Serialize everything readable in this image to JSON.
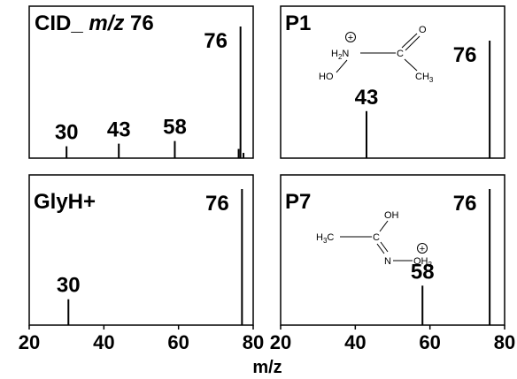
{
  "chart_data": [
    {
      "type": "bar",
      "title": "CID_ m/z 76",
      "title_prefix": "CID_ ",
      "title_italic": "m/z",
      "title_suffix": " 76",
      "xlim": [
        20,
        80
      ],
      "peaks": [
        {
          "x": 30,
          "y": 0.09,
          "label": "30"
        },
        {
          "x": 44,
          "y": 0.11,
          "label": "43"
        },
        {
          "x": 59,
          "y": 0.13,
          "label": "58"
        },
        {
          "x": 76.1,
          "y": 0.07,
          "label": ""
        },
        {
          "x": 76.6,
          "y": 1.0,
          "label": "76"
        },
        {
          "x": 77.4,
          "y": 0.04,
          "label": ""
        }
      ]
    },
    {
      "type": "bar",
      "title": "P1",
      "xlim": [
        20,
        80
      ],
      "peaks": [
        {
          "x": 43,
          "y": 0.4,
          "label": "43"
        },
        {
          "x": 76,
          "y": 1.0,
          "label": "76"
        }
      ],
      "structure": {
        "charge": "+",
        "h2n_main": "H",
        "h2n_sub": "2",
        "h2n_n": "N",
        "c": "C",
        "o": "O",
        "ho": "HO",
        "ch3_main": "CH",
        "ch3_sub": "3"
      }
    },
    {
      "type": "bar",
      "title": "GlyH+",
      "xlim": [
        20,
        80
      ],
      "peaks": [
        {
          "x": 30.5,
          "y": 0.19,
          "label": "30"
        },
        {
          "x": 77,
          "y": 1.0,
          "label": "76"
        }
      ]
    },
    {
      "type": "bar",
      "title": "P7",
      "xlim": [
        20,
        80
      ],
      "peaks": [
        {
          "x": 58,
          "y": 0.29,
          "label": "58"
        },
        {
          "x": 76,
          "y": 1.0,
          "label": "76"
        }
      ],
      "structure": {
        "h3c_main": "H",
        "h3c_sub": "3",
        "h3c_c": "C",
        "c": "C",
        "oh": "OH",
        "n": "N",
        "charge": "+",
        "oh2_main": "OH",
        "oh2_sub": "2"
      }
    }
  ],
  "x_ticks": [
    "20",
    "40",
    "60",
    "80"
  ],
  "xlabel": "m/z"
}
